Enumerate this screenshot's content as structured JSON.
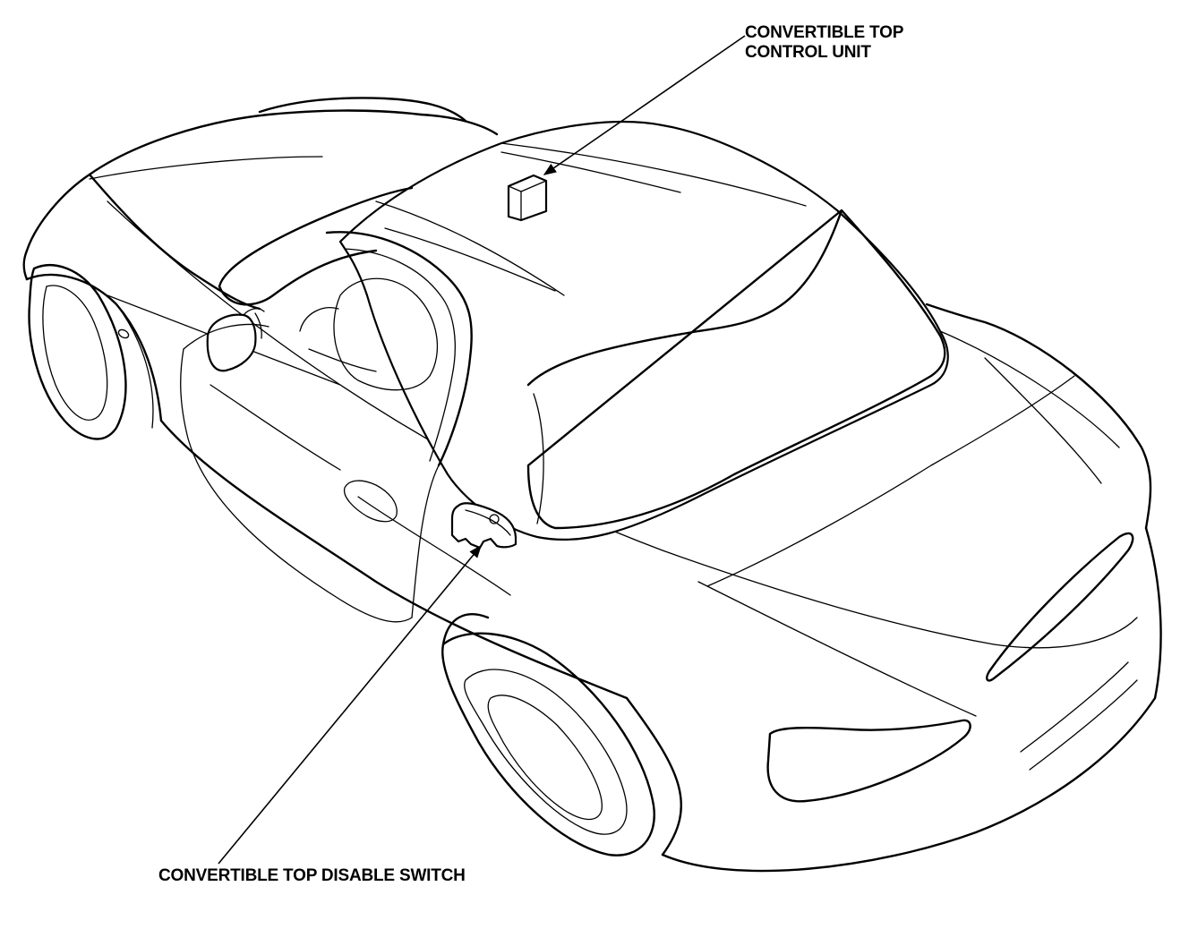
{
  "diagram": {
    "callouts": {
      "control_unit": {
        "line1": "CONVERTIBLE TOP",
        "line2": "CONTROL UNIT"
      },
      "disable_switch": {
        "text": "CONVERTIBLE TOP DISABLE SWITCH"
      }
    }
  },
  "colors": {
    "ink": "#000000",
    "paper": "#ffffff"
  }
}
